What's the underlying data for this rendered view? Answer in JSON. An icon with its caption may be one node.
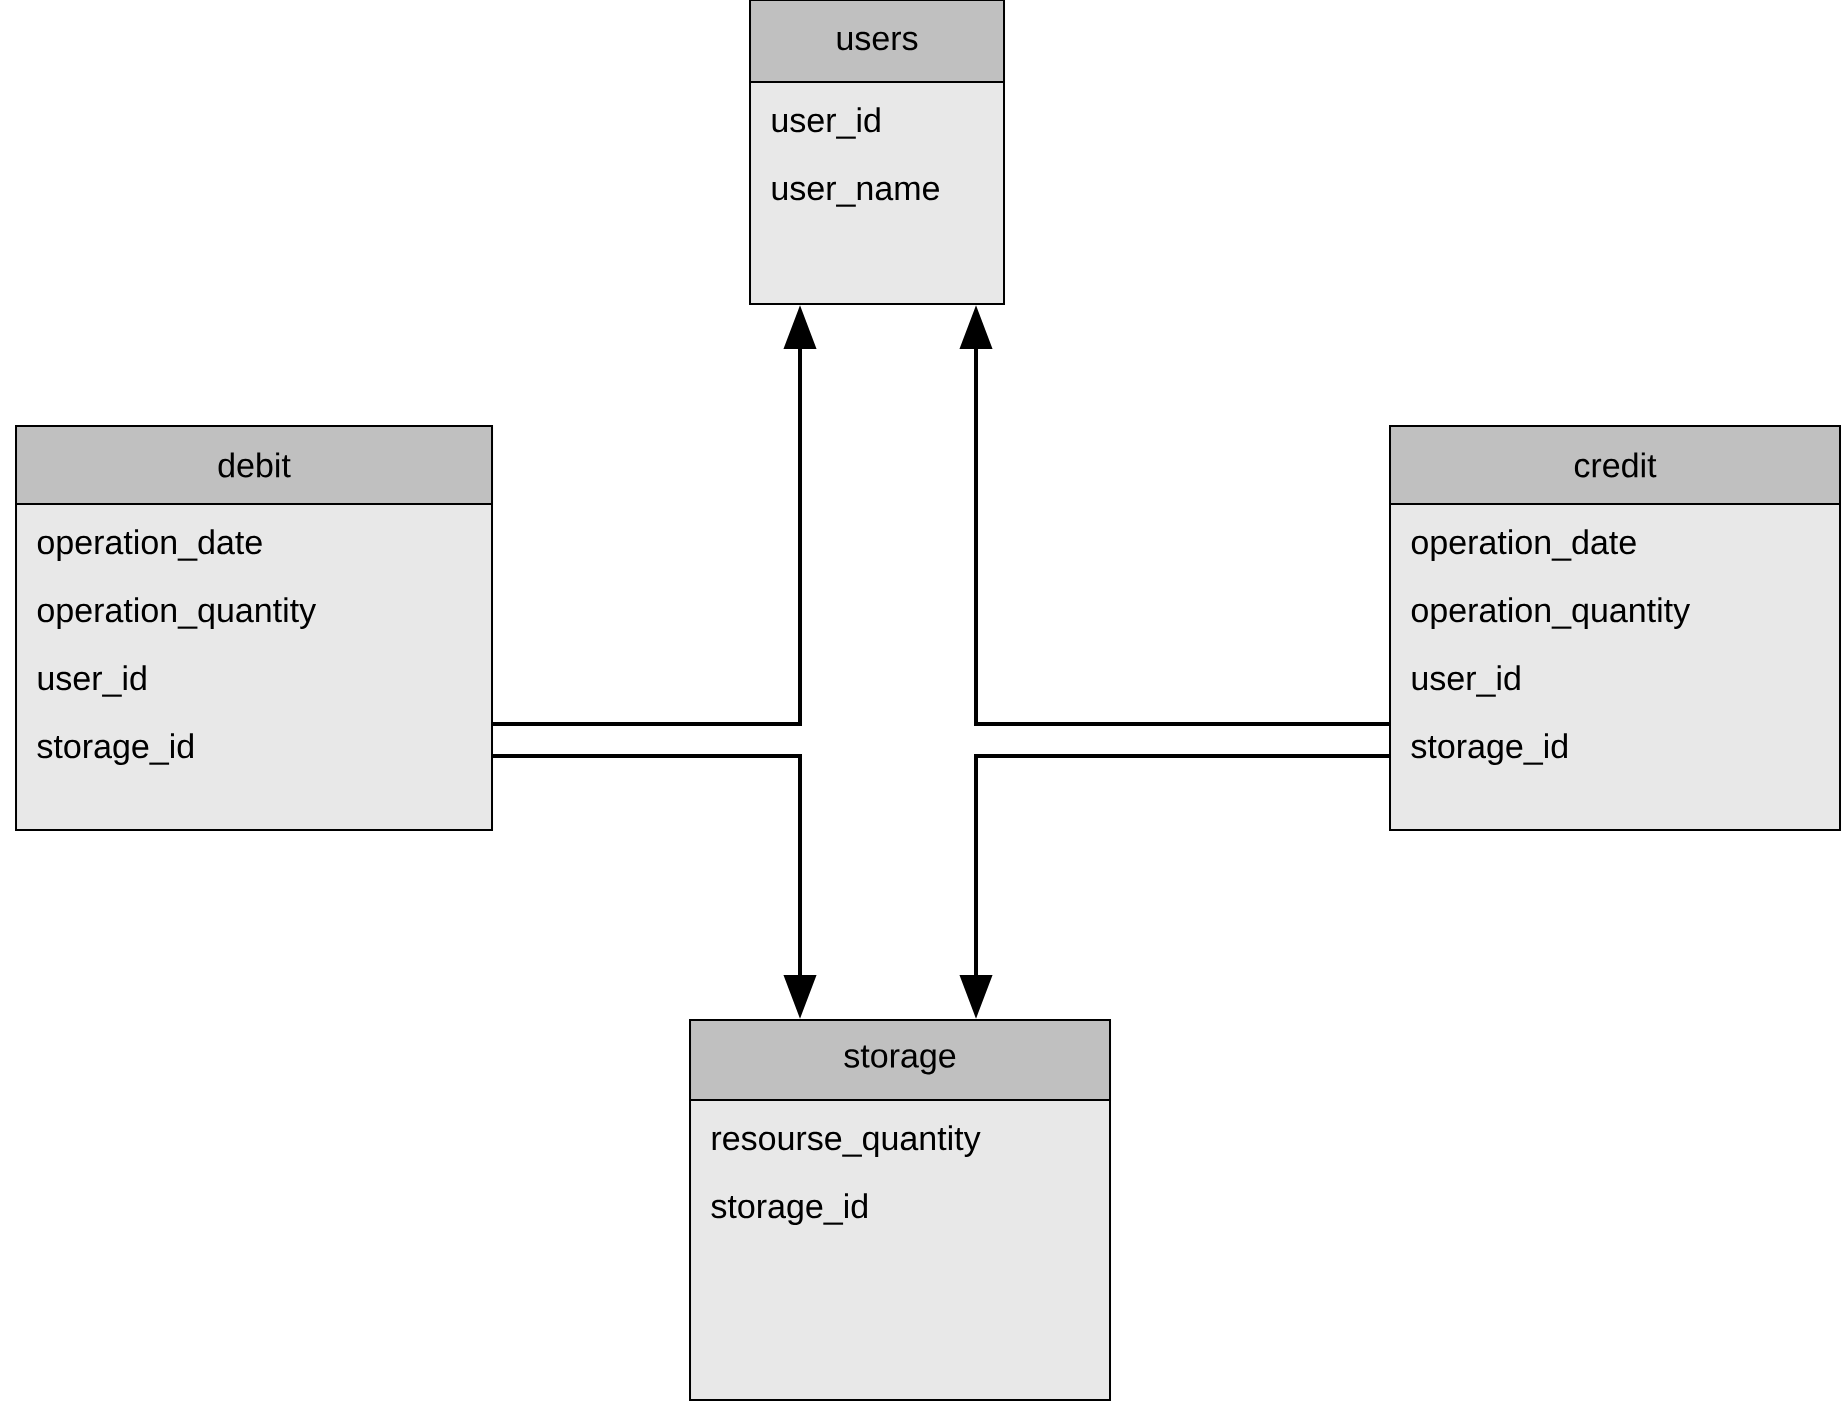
{
  "diagram": {
    "nodes": [
      {
        "text": [
          "users",
          "user_id",
          "user_name"
        ]
      },
      {
        "text": [
          "debit",
          "operation_date",
          "operation_quantity",
          "user_id",
          "storage_id"
        ]
      },
      {
        "text": [
          "credit",
          "operation_date",
          "operation_quantity",
          "user_id",
          "storage_id"
        ]
      },
      {
        "text": [
          "storage",
          "resourse_quantity",
          "storage_id"
        ]
      }
    ],
    "edges": [
      {
        "from": 1,
        "to": 0,
        "arrow": "to"
      },
      {
        "from": 1,
        "to": 3,
        "arrow": "to"
      },
      {
        "from": 2,
        "to": 0,
        "arrow": "to"
      },
      {
        "from": 2,
        "to": 3,
        "arrow": "to"
      }
    ]
  }
}
